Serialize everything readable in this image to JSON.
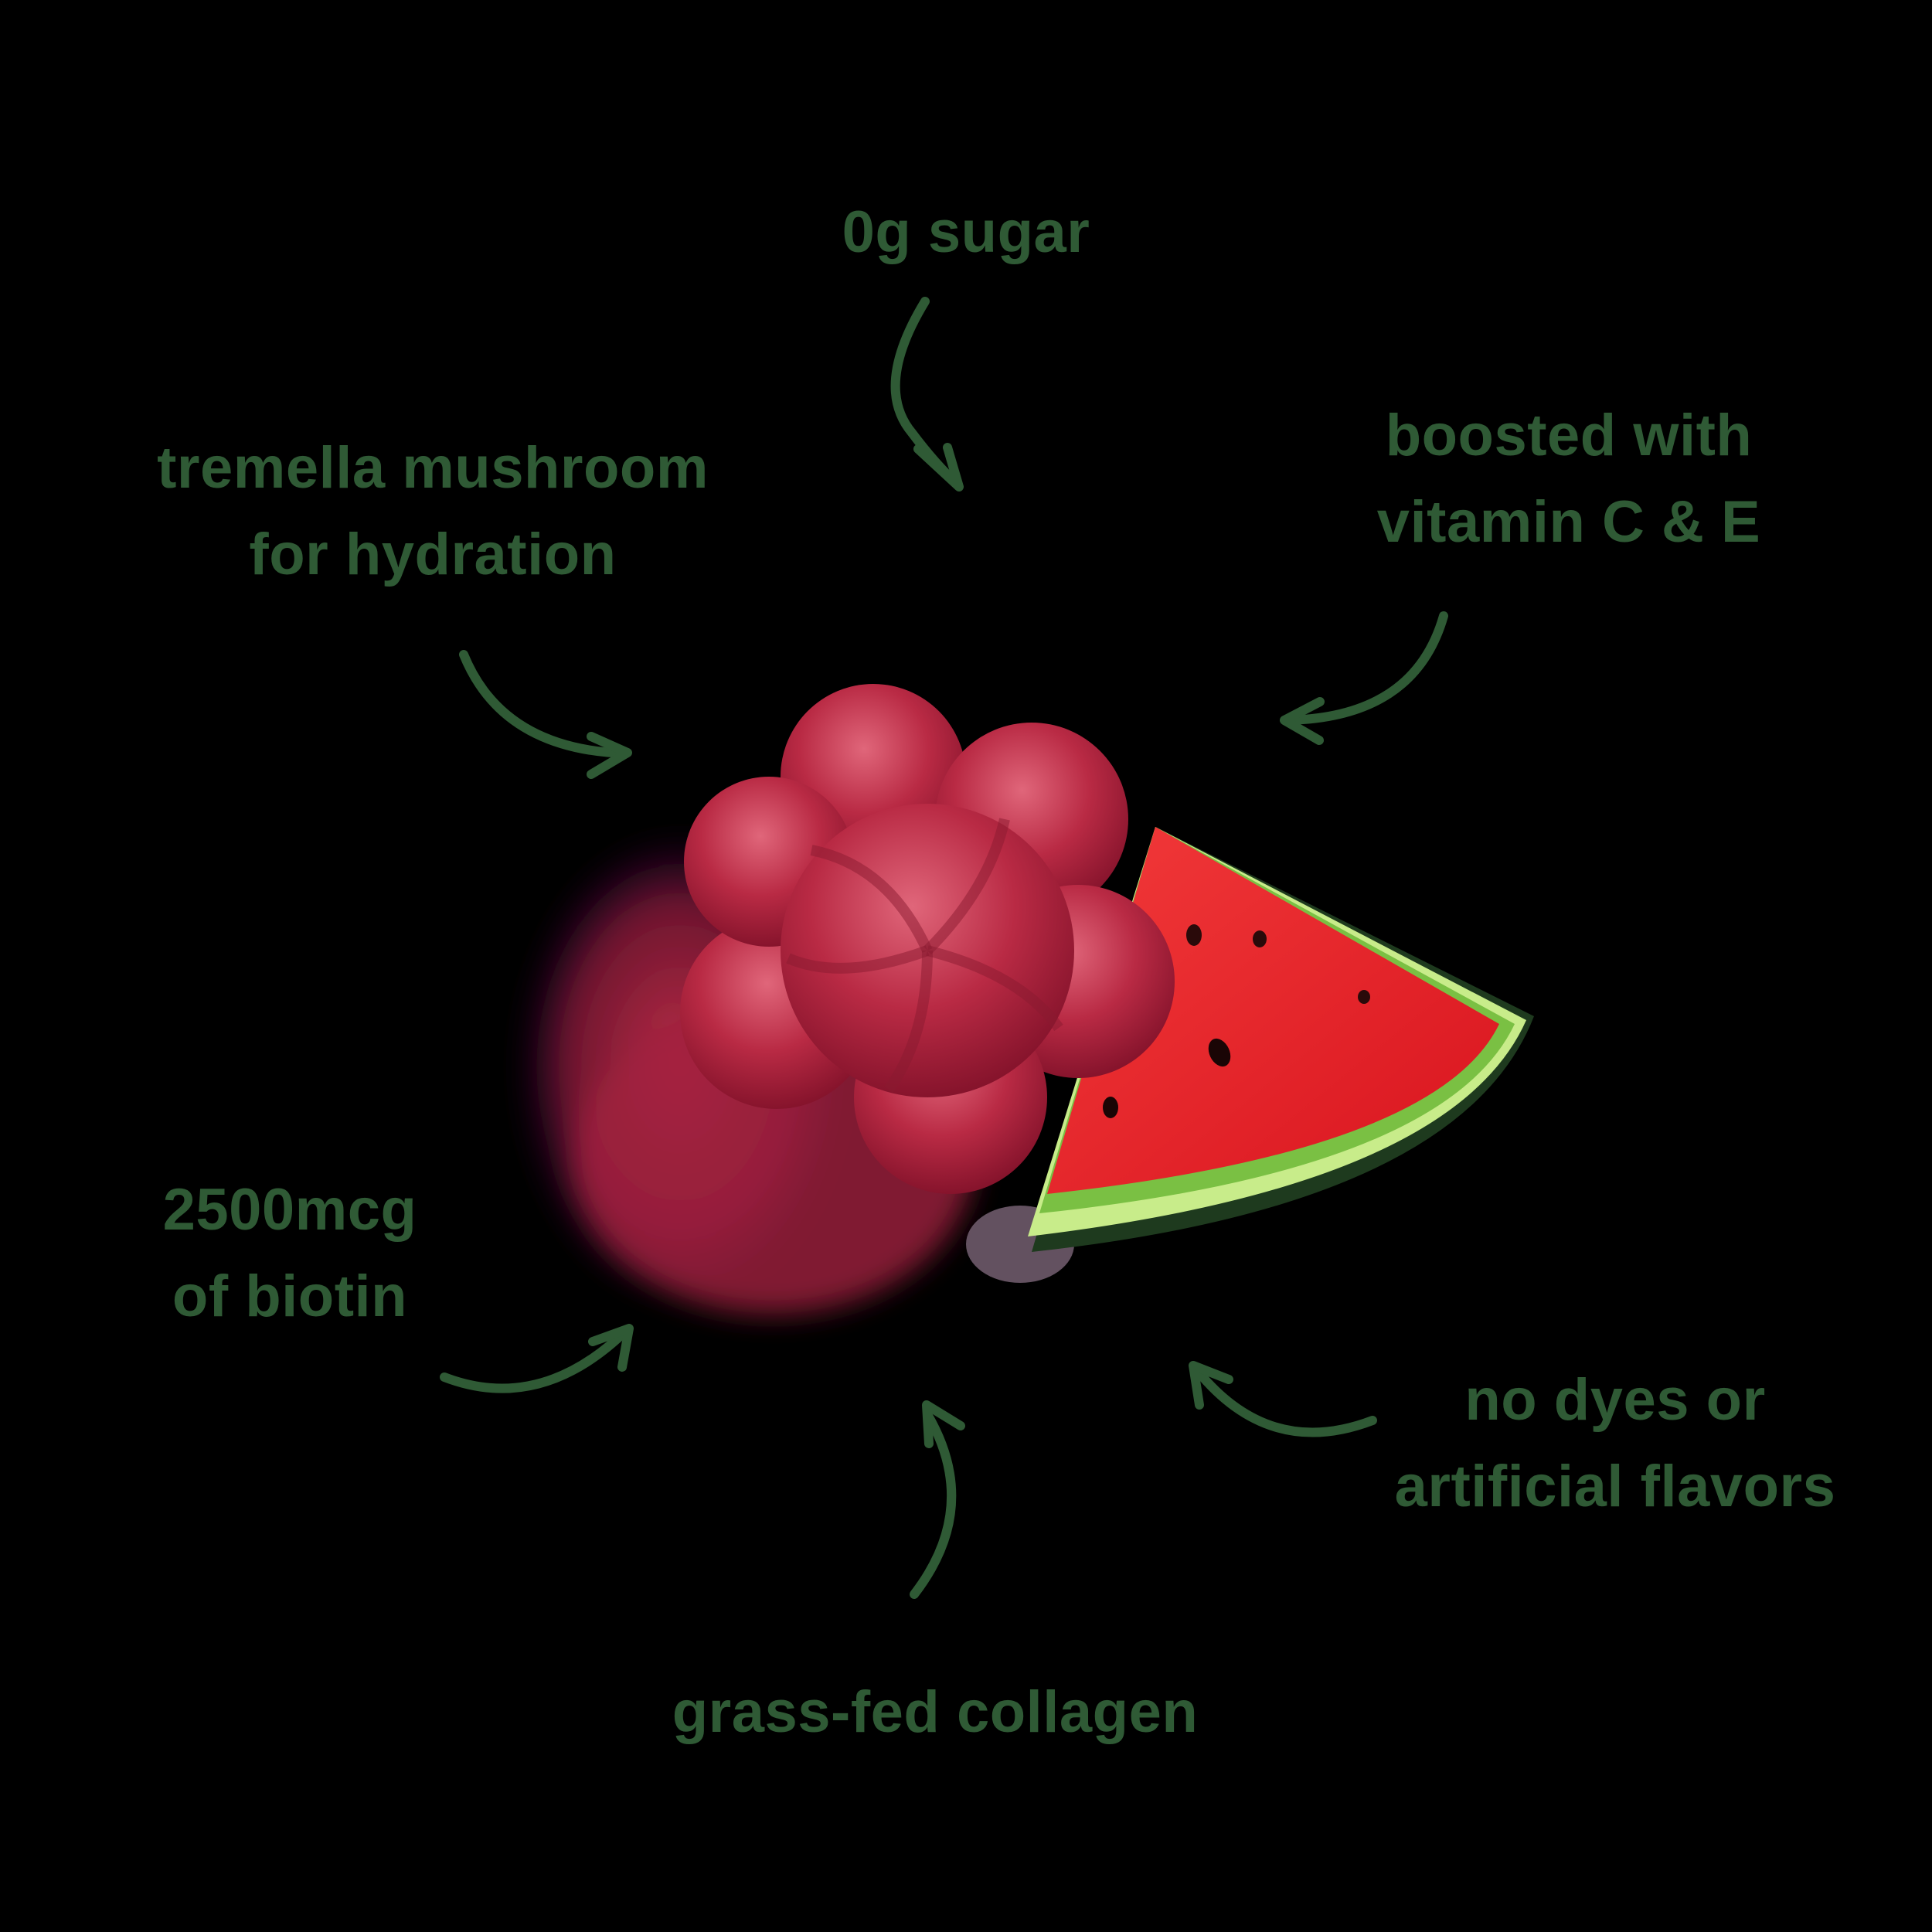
{
  "theme": {
    "background": "#000000",
    "label_color": "#2f5a35",
    "gummy_color": "#b8283f",
    "watermelon_flesh": "#e8202a",
    "watermelon_rind": "#7ac043"
  },
  "product": {
    "gummy": "flower-shaped red gummy",
    "fruit": "watermelon slice"
  },
  "features": [
    {
      "id": "sugar",
      "lines": [
        "0g sugar"
      ],
      "arrow": "arrow-down-icon"
    },
    {
      "id": "tremella",
      "lines": [
        "tremella mushroom",
        "for hydration"
      ],
      "arrow": "arrow-down-right-icon"
    },
    {
      "id": "vitamins",
      "lines": [
        "boosted with",
        "vitamin C & E"
      ],
      "arrow": "arrow-down-left-icon"
    },
    {
      "id": "biotin",
      "lines": [
        "2500mcg",
        "of biotin"
      ],
      "arrow": "arrow-up-right-icon"
    },
    {
      "id": "dyes",
      "lines": [
        "no dyes or",
        "artificial flavors"
      ],
      "arrow": "arrow-up-left-icon"
    },
    {
      "id": "collagen",
      "lines": [
        "grass-fed collagen"
      ],
      "arrow": "arrow-up-icon"
    }
  ]
}
